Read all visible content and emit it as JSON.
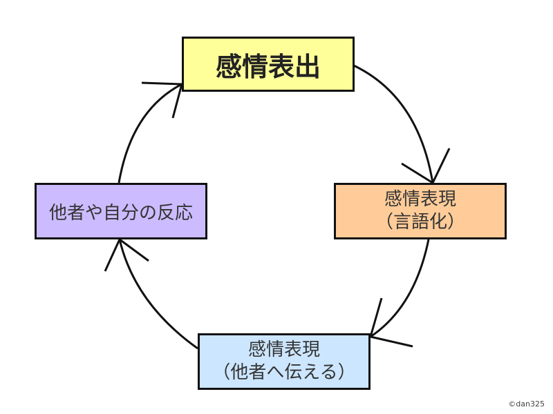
{
  "nodes": {
    "top": {
      "lines": [
        "感情表出"
      ],
      "fill": "#ffff99"
    },
    "right": {
      "lines": [
        "感情表現",
        "（言語化）"
      ],
      "fill": "#ffcc99"
    },
    "bottom": {
      "lines": [
        "感情表現",
        "（他者へ伝える）"
      ],
      "fill": "#cce6ff"
    },
    "left": {
      "lines": [
        "他者や自分の反応"
      ],
      "fill": "#ccbbff"
    }
  },
  "edges": [
    {
      "from": "top",
      "to": "right"
    },
    {
      "from": "right",
      "to": "bottom"
    },
    {
      "from": "bottom",
      "to": "left"
    },
    {
      "from": "left",
      "to": "top"
    }
  ],
  "copyright": "©dan325",
  "colors": {
    "stroke": "#111111",
    "background": "#ffffff"
  }
}
